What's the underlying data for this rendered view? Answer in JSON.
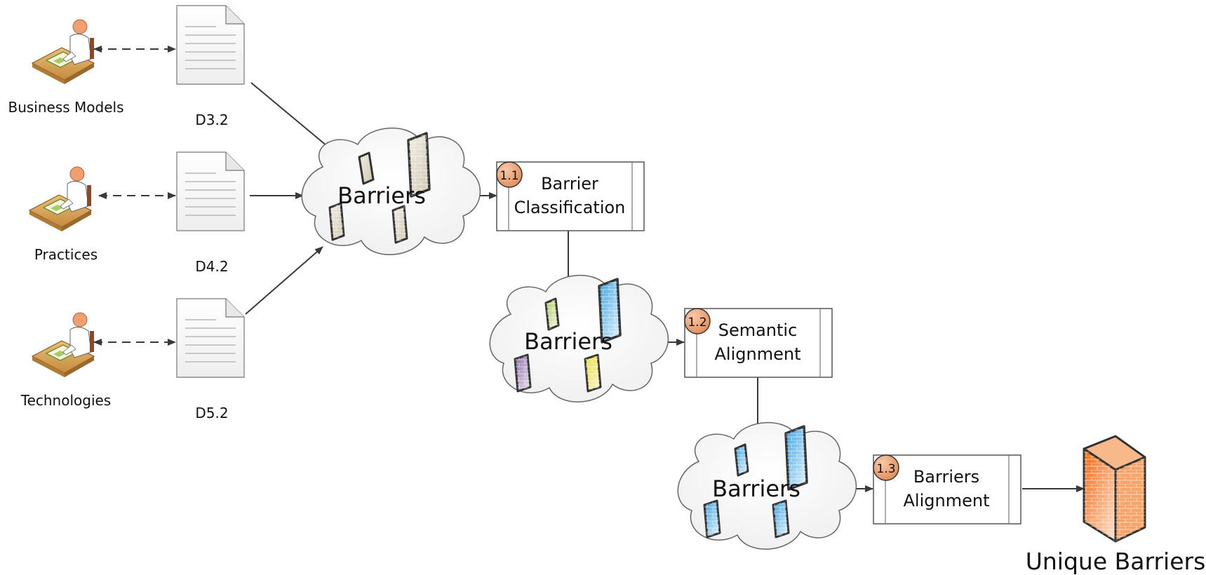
{
  "sources": [
    {
      "actor_label": "Business Models",
      "doc_label": "D3.2"
    },
    {
      "actor_label": "Practices",
      "doc_label": "D4.2"
    },
    {
      "actor_label": "Technologies",
      "doc_label": "D5.2"
    }
  ],
  "clouds": [
    {
      "label": "Barriers"
    },
    {
      "label": "Barriers"
    },
    {
      "label": "Barriers"
    }
  ],
  "processes": [
    {
      "number": "1.1",
      "line1": "Barrier",
      "line2": "Classification"
    },
    {
      "number": "1.2",
      "line1": "Semantic",
      "line2": "Alignment"
    },
    {
      "number": "1.3",
      "line1": "Barriers",
      "line2": "Alignment"
    }
  ],
  "output": {
    "label": "Unique Barriers"
  },
  "icons": {
    "actor": "person-at-desk-icon",
    "document": "document-icon",
    "wall_plain": "wall-icon",
    "wall_colored": "firewall-icon",
    "output_wall": "firewall-icon"
  },
  "colors": {
    "line": "#3a3a3a",
    "process_fill": "#ffffff",
    "badge": "#e8a274",
    "wall_beige": "#e2dccb",
    "wall_blue": "#5fb6e4",
    "wall_green": "#c9d98a",
    "wall_purple": "#a889bd",
    "wall_yellow": "#efe770",
    "wall_orange": "#f08a3c"
  }
}
